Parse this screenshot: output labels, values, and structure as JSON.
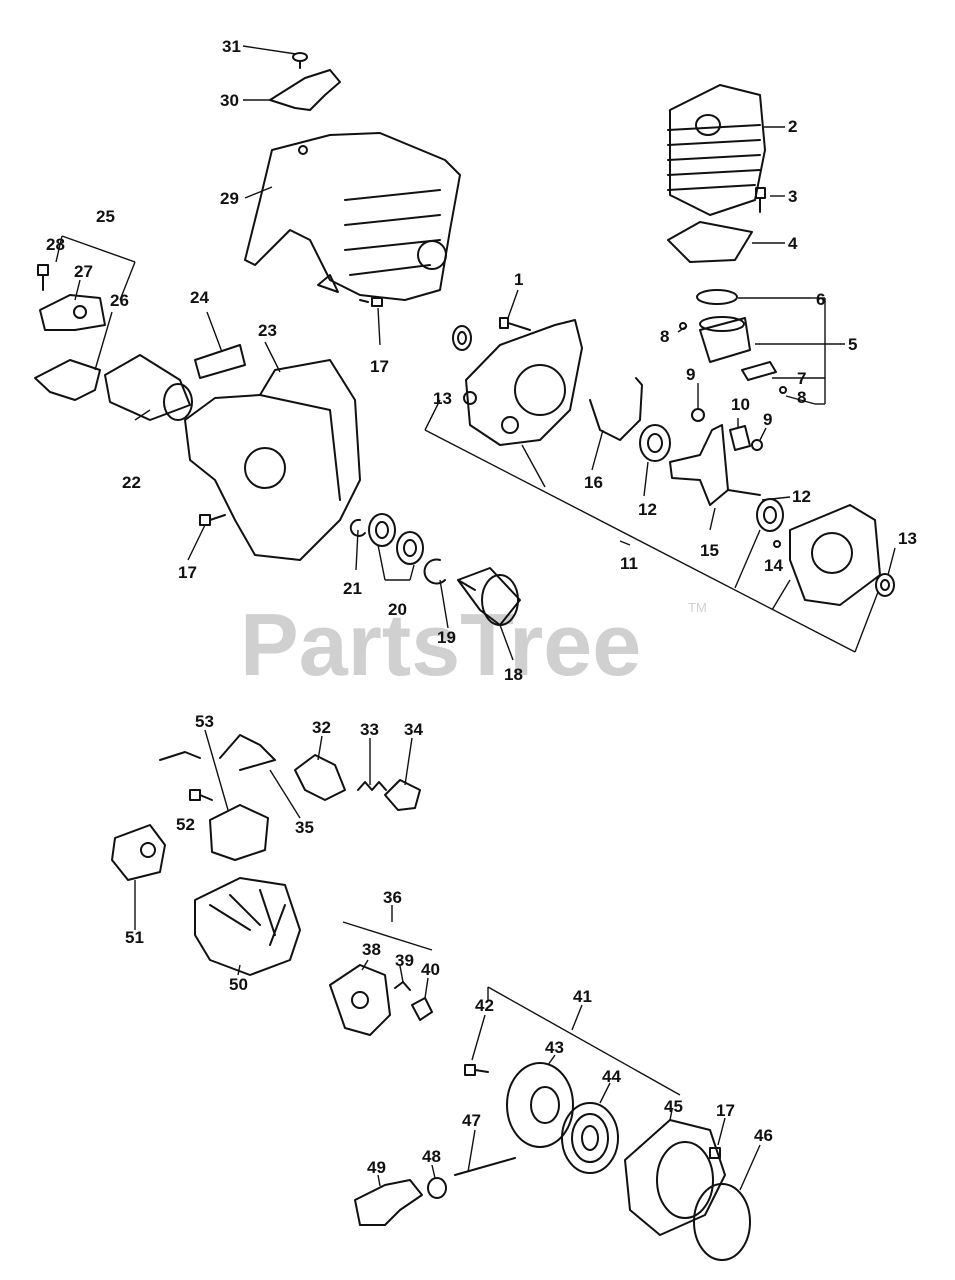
{
  "watermark": {
    "brand": "PartsTree",
    "trademark": "TM"
  },
  "callouts": [
    "1",
    "2",
    "3",
    "4",
    "5",
    "6",
    "7",
    "8",
    "8",
    "9",
    "9",
    "10",
    "11",
    "12",
    "12",
    "13",
    "13",
    "14",
    "15",
    "16",
    "17",
    "17",
    "17",
    "18",
    "19",
    "20",
    "21",
    "22",
    "23",
    "24",
    "25",
    "26",
    "27",
    "28",
    "29",
    "30",
    "31",
    "32",
    "33",
    "34",
    "35",
    "36",
    "38",
    "39",
    "40",
    "41",
    "42",
    "43",
    "44",
    "45",
    "46",
    "47",
    "48",
    "49",
    "50",
    "51",
    "52",
    "53"
  ]
}
